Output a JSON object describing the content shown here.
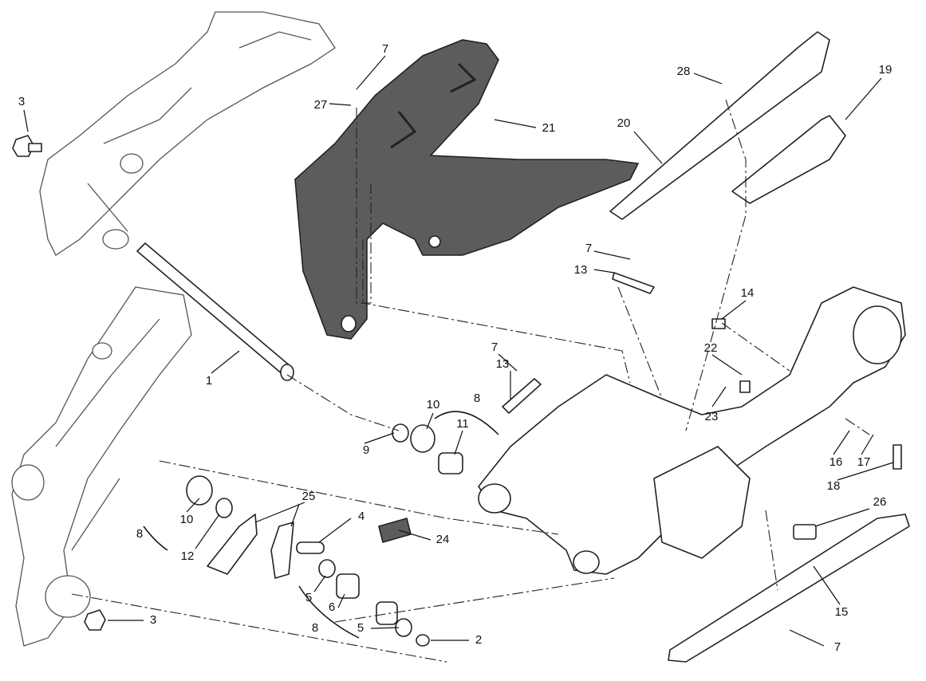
{
  "diagram": {
    "type": "exploded-parts-view",
    "callouts": [
      {
        "label": "3"
      },
      {
        "label": "7"
      },
      {
        "label": "27"
      },
      {
        "label": "21"
      },
      {
        "label": "28"
      },
      {
        "label": "19"
      },
      {
        "label": "20"
      },
      {
        "label": "7"
      },
      {
        "label": "13"
      },
      {
        "label": "14"
      },
      {
        "label": "22"
      },
      {
        "label": "23"
      },
      {
        "label": "16"
      },
      {
        "label": "17"
      },
      {
        "label": "18"
      },
      {
        "label": "26"
      },
      {
        "label": "15"
      },
      {
        "label": "7"
      },
      {
        "label": "1"
      },
      {
        "label": "7"
      },
      {
        "label": "13"
      },
      {
        "label": "8"
      },
      {
        "label": "10"
      },
      {
        "label": "11"
      },
      {
        "label": "9"
      },
      {
        "label": "25"
      },
      {
        "label": "10"
      },
      {
        "label": "12"
      },
      {
        "label": "8"
      },
      {
        "label": "4"
      },
      {
        "label": "24"
      },
      {
        "label": "5"
      },
      {
        "label": "6"
      },
      {
        "label": "8"
      },
      {
        "label": "5"
      },
      {
        "label": "2"
      },
      {
        "label": "3"
      }
    ]
  }
}
